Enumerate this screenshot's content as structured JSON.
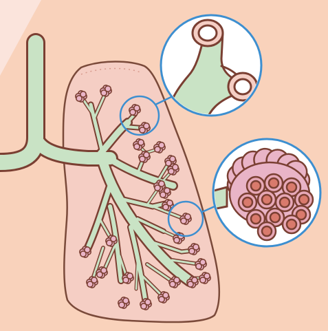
{
  "colors": {
    "background": "#f9d2bb",
    "corner_highlight": "#fbe4dc",
    "lung_fill": "#f5cec4",
    "lung_outline": "#7a4a3a",
    "airway_fill": "#c9e3c5",
    "airway_outline": "#7a3f32",
    "alveoli_fill": "#e9b4c7",
    "alveoli_spot": "#d97a6c",
    "magnifier_ring": "#3d8fd0",
    "magnifier_fill": "#ffffff"
  },
  "diagram": {
    "parts": [
      {
        "name": "trachea-and-bronchi",
        "icon": "airway-tree"
      },
      {
        "name": "lung",
        "icon": "lung-outline"
      },
      {
        "name": "bronchiole-cross-section",
        "icon": "tube-rings"
      },
      {
        "name": "alveoli-cluster",
        "icon": "grape-cluster"
      }
    ]
  }
}
